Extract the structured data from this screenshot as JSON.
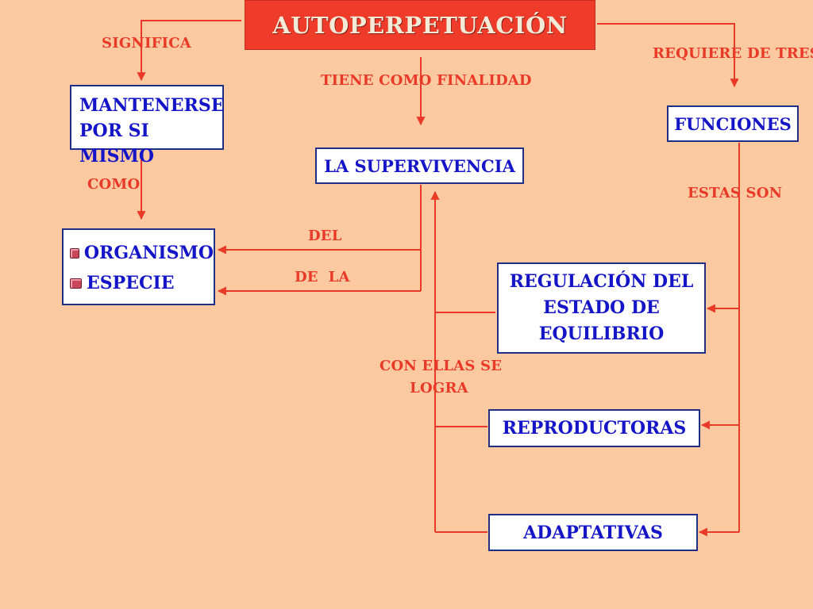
{
  "title": "AUTOPERPETUACIÓN",
  "nodes": {
    "mantenerse": [
      "MANTENERSE",
      "POR SI MISMO"
    ],
    "supervivencia": "LA SUPERVIVENCIA",
    "funciones": "FUNCIONES",
    "targets": [
      {
        "label": "ORGANISMO",
        "icon": "bullet-icon"
      },
      {
        "label": "ESPECIE",
        "icon": "bullet-icon"
      }
    ],
    "regulacion": [
      "REGULACIÓN DEL",
      "ESTADO DE",
      "EQUILIBRIO"
    ],
    "reproductoras": "REPRODUCTORAS",
    "adaptativas": "ADAPTATIVAS"
  },
  "edge_labels": {
    "significa": "SIGNIFICA",
    "finalidad": "TIENE COMO FINALIDAD",
    "requiere": "REQUIERE DE TRES",
    "como": "COMO",
    "estas_son": "ESTAS SON",
    "del": "DEL",
    "de_la": "DE  LA",
    "con_ellas": [
      "CON ELLAS SE",
      "LOGRA"
    ]
  },
  "colors": {
    "background": "#fdc9a0",
    "title_fill": "#ee3b2a",
    "connector": "#e83a26",
    "box_border": "#1f2f86",
    "box_text": "#1515c8"
  }
}
